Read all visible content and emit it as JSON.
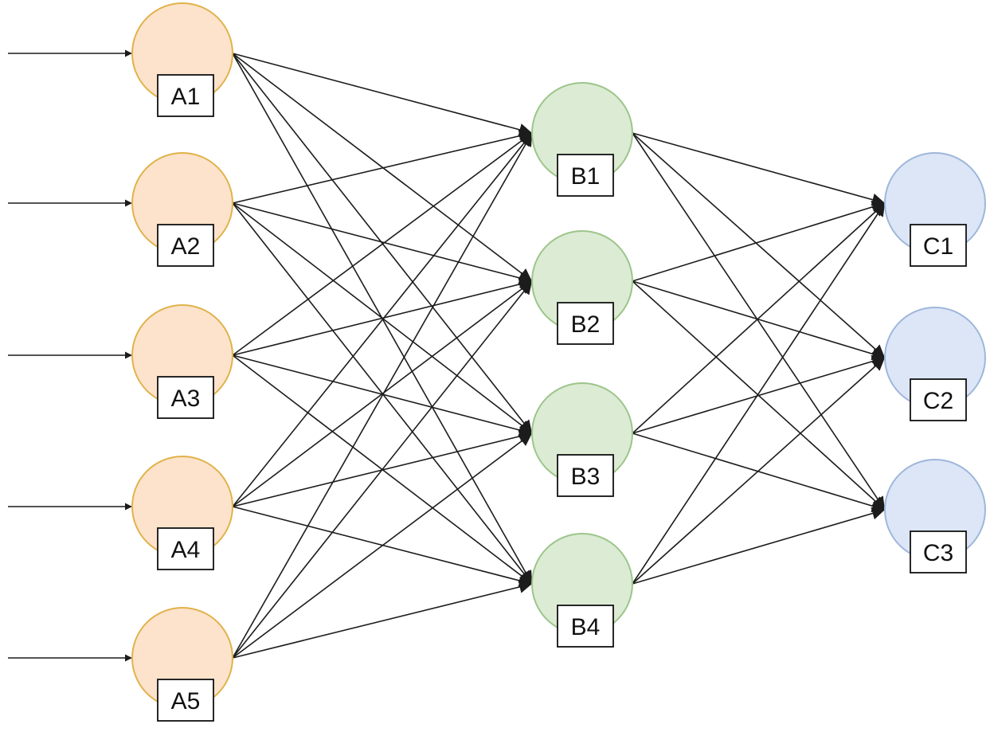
{
  "diagram": {
    "type": "neural-network",
    "layers": [
      {
        "id": "input",
        "fill": "#fde3cc",
        "stroke": "#e0b24a",
        "nodes": [
          "A1",
          "A2",
          "A3",
          "A4",
          "A5"
        ]
      },
      {
        "id": "hidden",
        "fill": "#dcebd3",
        "stroke": "#9cc58a",
        "nodes": [
          "B1",
          "B2",
          "B3",
          "B4"
        ]
      },
      {
        "id": "output",
        "fill": "#dce6f6",
        "stroke": "#9fb6db",
        "nodes": [
          "C1",
          "C2",
          "C3"
        ]
      }
    ],
    "input_arrows": [
      "A1",
      "A2",
      "A3",
      "A4",
      "A5"
    ],
    "connections": "fully-connected",
    "arrowheads": true,
    "edge_color": "#1c1c1c"
  }
}
